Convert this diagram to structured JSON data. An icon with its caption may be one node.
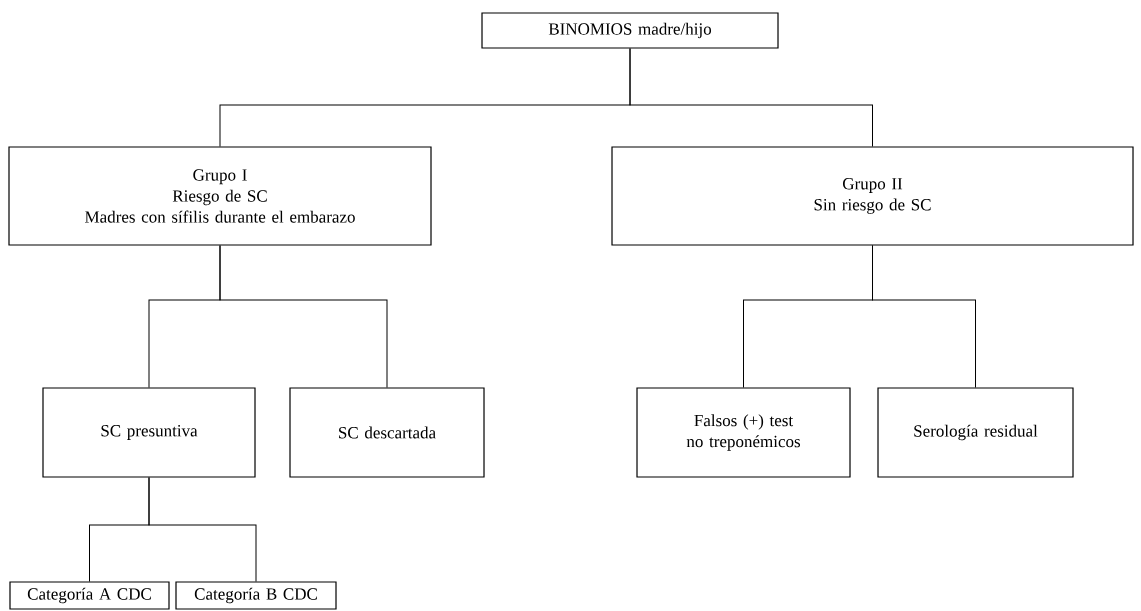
{
  "diagram": {
    "nodes": [
      {
        "text": [
          "BINOMIOS madre/hijo"
        ]
      },
      {
        "text": [
          "Grupo I",
          "Riesgo de SC",
          "Madres con sífilis durante el embarazo"
        ]
      },
      {
        "text": [
          "Grupo II",
          "Sin riesgo de SC"
        ]
      },
      {
        "text": [
          "SC presuntiva"
        ]
      },
      {
        "text": [
          "SC descartada"
        ]
      },
      {
        "text": [
          "Falsos (+) test no treponémicos"
        ]
      },
      {
        "text": [
          "Serología residual"
        ]
      },
      {
        "text": [
          "Categoría A CDC"
        ]
      },
      {
        "text": [
          "Categoría B CDC"
        ]
      }
    ],
    "edges": [
      {
        "from": 0,
        "to": 1,
        "arrow": "none"
      },
      {
        "from": 0,
        "to": 2,
        "arrow": "none"
      },
      {
        "from": 1,
        "to": 3,
        "arrow": "none"
      },
      {
        "from": 1,
        "to": 4,
        "arrow": "none"
      },
      {
        "from": 2,
        "to": 5,
        "arrow": "none"
      },
      {
        "from": 2,
        "to": 6,
        "arrow": "none"
      },
      {
        "from": 3,
        "to": 7,
        "arrow": "none"
      },
      {
        "from": 3,
        "to": 8,
        "arrow": "none"
      }
    ]
  }
}
